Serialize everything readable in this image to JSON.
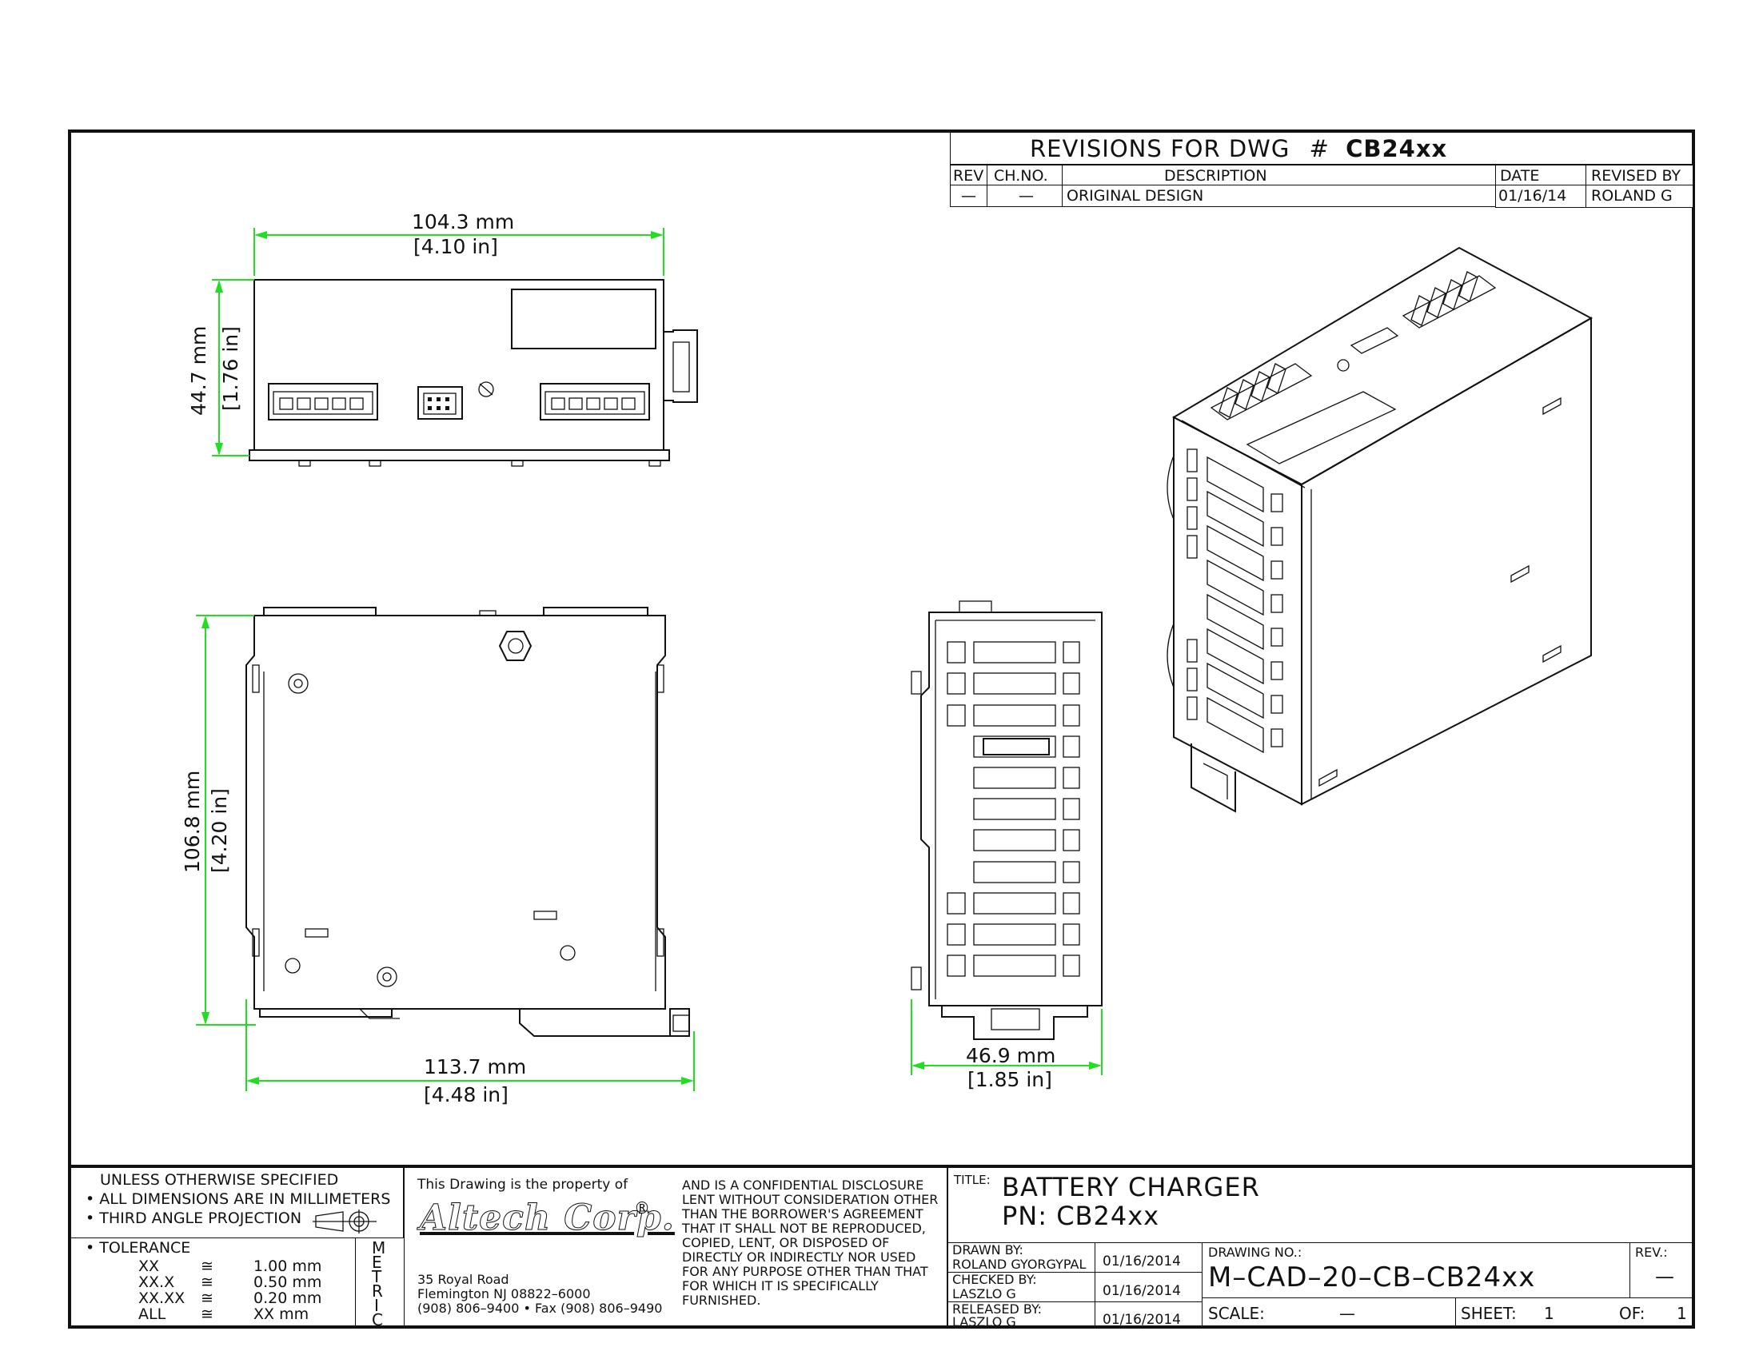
{
  "revisions": {
    "title": "REVISIONS  FOR  DWG",
    "hash": "#",
    "dwg": "CB24xx",
    "headers": {
      "rev": "REV",
      "chno": "CH.NO.",
      "description": "DESCRIPTION",
      "date": "DATE",
      "revised_by": "REVISED  BY"
    },
    "row": {
      "rev": "—",
      "chno": "—",
      "description": "ORIGINAL  DESIGN",
      "date": "01/16/14",
      "revised_by": "ROLAND  G"
    }
  },
  "dimensions": {
    "top_width_mm": "104.3  mm",
    "top_width_in": "[4.10  in]",
    "top_height_mm": "44.7  mm",
    "top_height_in": "[1.76  in]",
    "front_height_mm": "106.8  mm",
    "front_height_in": "[4.20  in]",
    "front_width_mm": "113.7  mm",
    "front_width_in": "[4.48  in]",
    "side_width_mm": "46.9  mm",
    "side_width_in": "[1.85  in]"
  },
  "title_block": {
    "unless": "UNLESS  OTHERWISE  SPECIFIED",
    "bullet1": "• ALL  DIMENSIONS  ARE  IN  MILLIMETERS",
    "bullet2": "• THIRD  ANGLE  PROJECTION",
    "tolerance": "• TOLERANCE",
    "tol_rows": [
      {
        "k": "XX",
        "v": "1.00 mm"
      },
      {
        "k": "XX.X",
        "v": "0.50 mm"
      },
      {
        "k": "XX.XX",
        "v": "0.20 mm"
      },
      {
        "k": "ALL",
        "v": "XX mm"
      }
    ],
    "tol_symbol": "≅",
    "metric": [
      "M",
      "E",
      "T",
      "R",
      "I",
      "C"
    ],
    "property": "This  Drawing  is  the  property  of",
    "company": "Altech Corp.",
    "registered": "®",
    "address1": "35  Royal  Road",
    "address2": "Flemington  NJ  08822–6000",
    "address3": "(908)  806–9400 • Fax  (908)  806–9490",
    "disclosure": [
      "AND  IS  A  CONFIDENTIAL  DISCLOSURE",
      "LENT  WITHOUT  CONSIDERATION  OTHER",
      "THAN  THE  BORROWER'S  AGREEMENT",
      "THAT  IT  SHALL  NOT  BE  REPRODUCED,",
      "COPIED,  LENT,  OR  DISPOSED  OF",
      "DIRECTLY  OR  INDIRECTLY  NOR  USED",
      "FOR  ANY  PURPOSE  OTHER  THAN  THAT",
      "FOR  WHICH  IT  IS  SPECIFICALLY",
      "FURNISHED."
    ],
    "title_label": "TITLE:",
    "title": "BATTERY  CHARGER",
    "pn": "PN:  CB24xx",
    "drawn_label": "DRAWN  BY:",
    "drawn_by": "ROLAND  GYORGYPAL",
    "drawn_date": "01/16/2014",
    "checked_label": "CHECKED  BY:",
    "checked_by": "LASZLO  G",
    "checked_date": "01/16/2014",
    "released_label": "RELEASED  BY:",
    "released_by": "LASZLO  G",
    "released_date": "01/16/2014",
    "drawing_no_label": "DRAWING  NO.:",
    "drawing_no": "M–CAD–20–CB–CB24xx",
    "rev_label": "REV.:",
    "rev_value": "—",
    "scale_label": "SCALE:",
    "scale_value": "—",
    "sheet_label": "SHEET:",
    "sheet_value": "1",
    "of_label": "OF:",
    "of_value": "1"
  }
}
